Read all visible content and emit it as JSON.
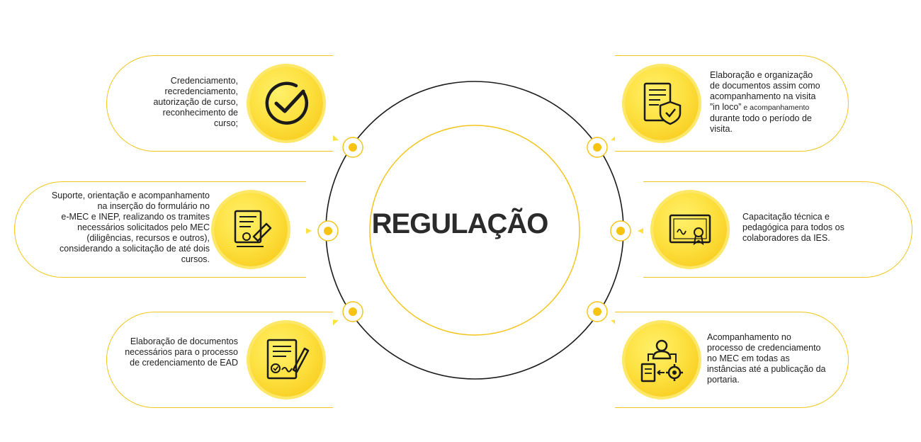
{
  "title": "REGULAÇÃO",
  "colors": {
    "accent": "#f6c410",
    "accent_light": "#fde141",
    "ring": "#1a1a1a"
  },
  "cards": [
    {
      "side": "left",
      "icon": "checkmark-icon",
      "text": "Credenciamento,\nrecredenciamento,\nautorização de curso,\nreconhecimento de\ncurso;"
    },
    {
      "side": "left",
      "icon": "form-signature-icon",
      "text": "Suporte, orientação e acompanhamento\nna inserção do formulário no\ne-MEC e INEP, realizando os tramites\nnecessários solicitados pelo MEC\n(diligências, recursos e outros),\nconsiderando a solicitação de até dois\ncursos."
    },
    {
      "side": "left",
      "icon": "signed-document-icon",
      "text": "Elaboração de documentos\nnecessários para o processo\nde credenciamento de EAD"
    },
    {
      "side": "right",
      "icon": "document-shield-icon",
      "text": "Elaboração e organização\nde documentos assim como\nacompanhamento na visita\n”in loco”",
      "text_small": " e acompanhamento",
      "text_after": "\ndurante todo o período de\nvisita."
    },
    {
      "side": "right",
      "icon": "certificate-icon",
      "text": "Capacitação técnica e\npedagógica para todos os\ncolaboradores da IES."
    },
    {
      "side": "right",
      "icon": "process-workflow-icon",
      "text": "Acompanhamento no\nprocesso de credenciamento\nno MEC em todas as\ninstâncias até a publicação da\nportaria."
    }
  ]
}
